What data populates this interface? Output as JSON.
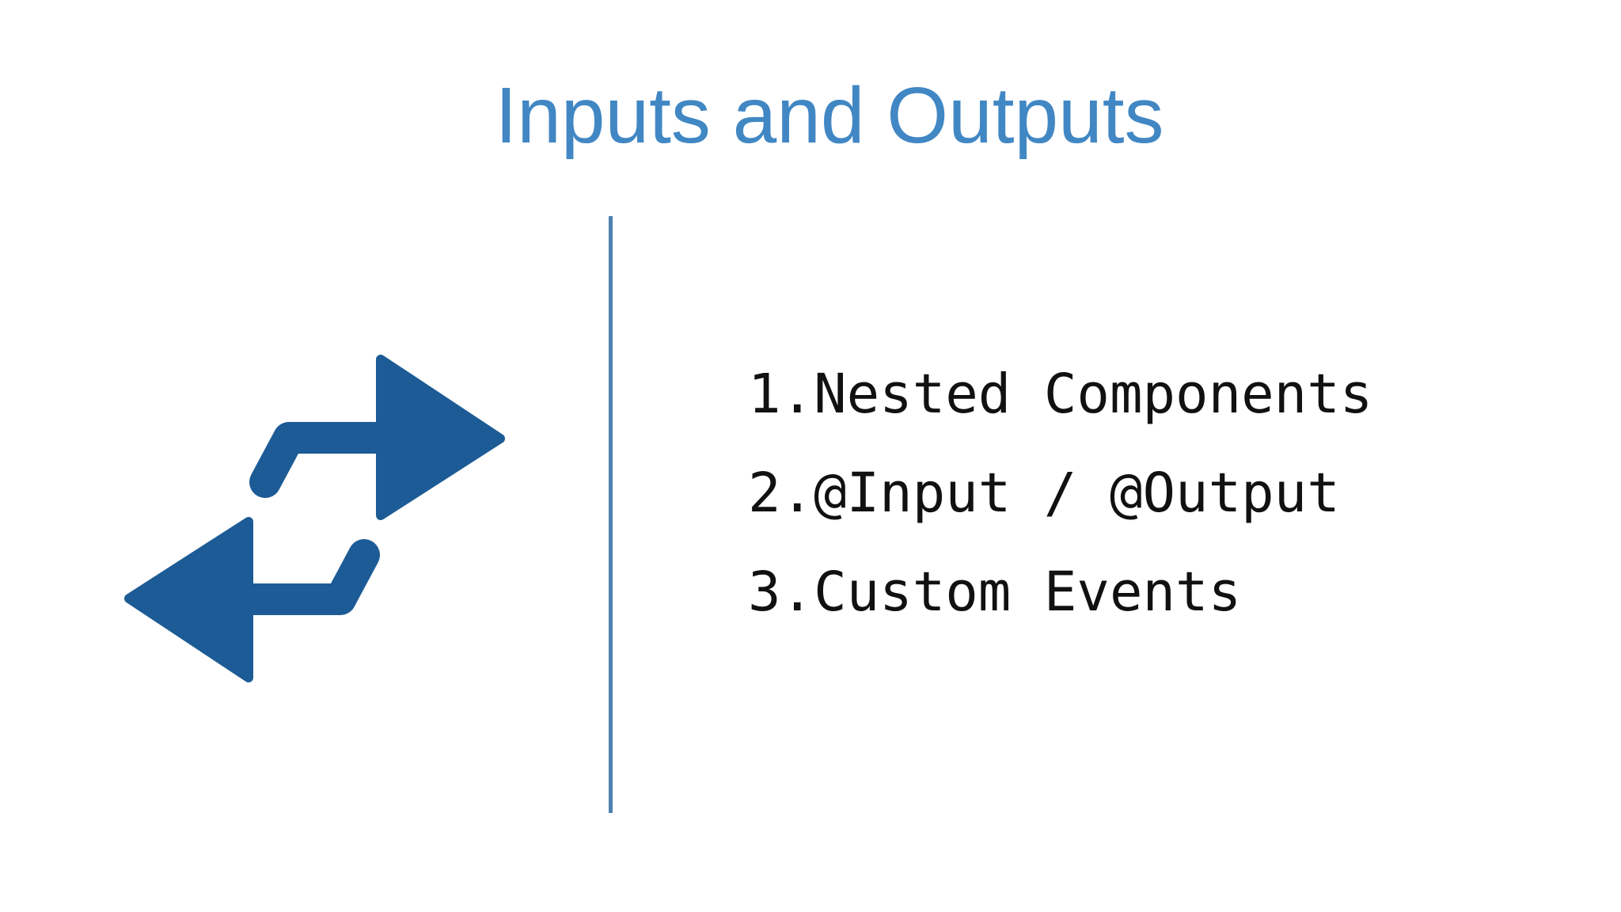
{
  "slide": {
    "title": "Inputs and Outputs",
    "colors": {
      "title_blue": "#4187C4",
      "icon_blue": "#1C5B95",
      "divider_blue": "#4E81B0",
      "list_text": "#111111",
      "background": "#FFFFFF"
    },
    "icon": {
      "name": "transfer-arrows-icon",
      "description": "two opposing bent arrows, one pointing right and one pointing left"
    },
    "list": {
      "items": [
        {
          "number": "1.",
          "label": "Nested Components"
        },
        {
          "number": "2.",
          "label": "@Input / @Output"
        },
        {
          "number": "3.",
          "label": "Custom Events"
        }
      ]
    }
  }
}
